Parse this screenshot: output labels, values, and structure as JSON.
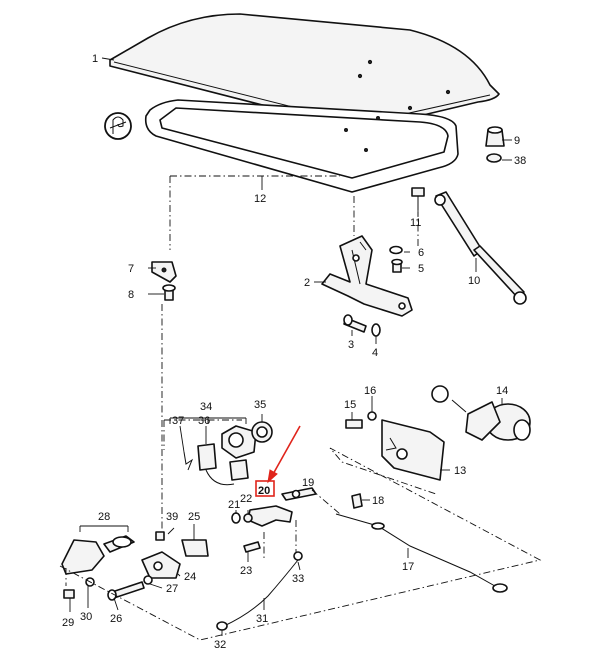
{
  "labels": [
    {
      "id": "1",
      "text": "1"
    },
    {
      "id": "2",
      "text": "2"
    },
    {
      "id": "3",
      "text": "3"
    },
    {
      "id": "4",
      "text": "4"
    },
    {
      "id": "5",
      "text": "5"
    },
    {
      "id": "6",
      "text": "6"
    },
    {
      "id": "7",
      "text": "7"
    },
    {
      "id": "8",
      "text": "8"
    },
    {
      "id": "9",
      "text": "9"
    },
    {
      "id": "10",
      "text": "10"
    },
    {
      "id": "11",
      "text": "11"
    },
    {
      "id": "12",
      "text": "12"
    },
    {
      "id": "13",
      "text": "13"
    },
    {
      "id": "14",
      "text": "14"
    },
    {
      "id": "15",
      "text": "15"
    },
    {
      "id": "16",
      "text": "16"
    },
    {
      "id": "17",
      "text": "17"
    },
    {
      "id": "18",
      "text": "18"
    },
    {
      "id": "19",
      "text": "19"
    },
    {
      "id": "20",
      "text": "20"
    },
    {
      "id": "21",
      "text": "21"
    },
    {
      "id": "22",
      "text": "22"
    },
    {
      "id": "23",
      "text": "23"
    },
    {
      "id": "24",
      "text": "24"
    },
    {
      "id": "25",
      "text": "25"
    },
    {
      "id": "26",
      "text": "26"
    },
    {
      "id": "27",
      "text": "27"
    },
    {
      "id": "28",
      "text": "28"
    },
    {
      "id": "29",
      "text": "29"
    },
    {
      "id": "30",
      "text": "30"
    },
    {
      "id": "31",
      "text": "31"
    },
    {
      "id": "32",
      "text": "32"
    },
    {
      "id": "33",
      "text": "33"
    },
    {
      "id": "34",
      "text": "34"
    },
    {
      "id": "35",
      "text": "35"
    },
    {
      "id": "36",
      "text": "36"
    },
    {
      "id": "37",
      "text": "37"
    },
    {
      "id": "38",
      "text": "38"
    },
    {
      "id": "39",
      "text": "39"
    }
  ],
  "highlight": {
    "label_id": "20",
    "color": "#e0241b"
  },
  "colors": {
    "line": "#111111",
    "background": "#ffffff"
  },
  "symbols": {
    "seal_icon": "seal-notice-icon"
  }
}
